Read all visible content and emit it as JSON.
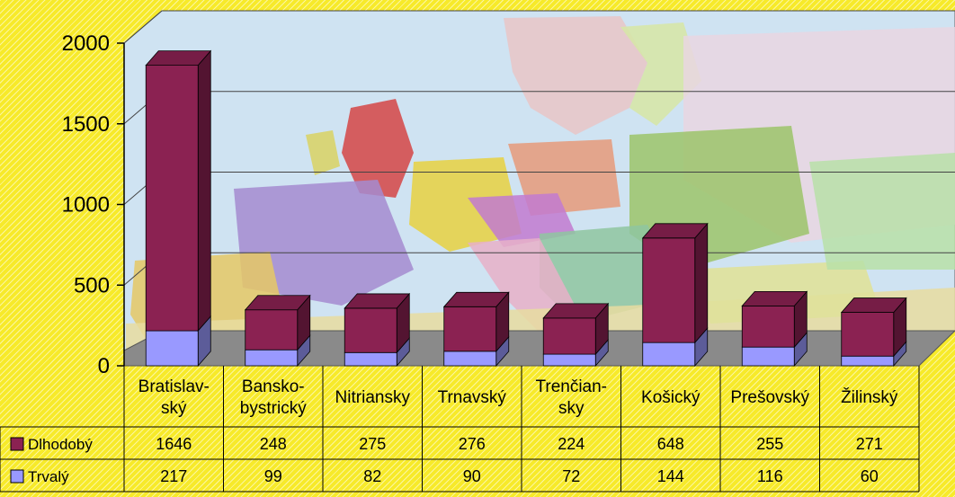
{
  "chart_data": {
    "type": "bar",
    "stacked": true,
    "categories": [
      "Bratislav-ský",
      "Bansko-bystrický",
      "Nitriansky",
      "Trnavský",
      "Trenčian-sky",
      "Košický",
      "Prešovský",
      "Žilinský"
    ],
    "series": [
      {
        "name": "Dlhodobý",
        "color": "#8b2252",
        "values": [
          1646,
          248,
          275,
          276,
          224,
          648,
          255,
          271
        ]
      },
      {
        "name": "Trvalý",
        "color": "#9999ff",
        "values": [
          217,
          99,
          82,
          90,
          72,
          144,
          116,
          60
        ]
      }
    ],
    "stack_order": [
      "Trvalý",
      "Dlhodobý"
    ],
    "ylim": [
      0,
      2000
    ],
    "yticks": [
      0,
      500,
      1000,
      1500,
      2000
    ],
    "data_table": true,
    "background": "map of Europe"
  }
}
